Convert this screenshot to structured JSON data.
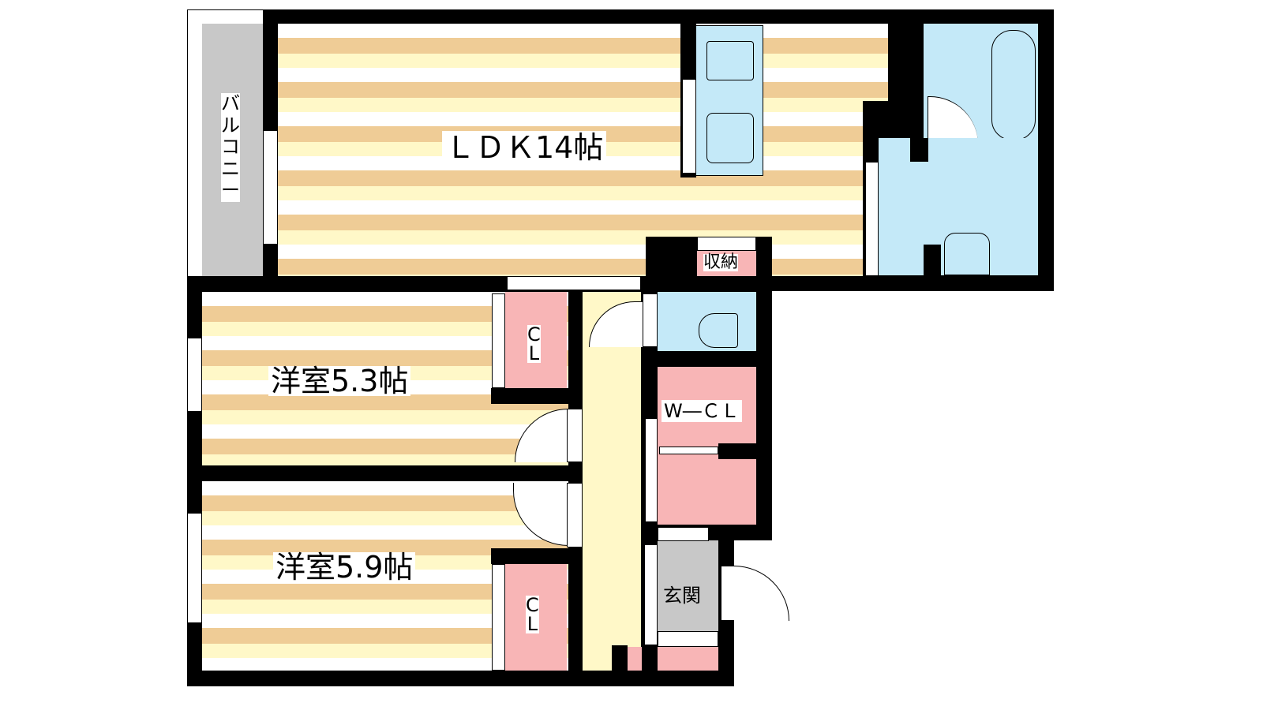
{
  "rooms": {
    "ldk": "ＬＤＫ14帖",
    "bedroom1": "洋室5.3帖",
    "bedroom2": "洋室5.9帖",
    "closet1": [
      "C",
      "L"
    ],
    "closet2": [
      "C",
      "L"
    ],
    "wcl": "W―ＣＬ",
    "storage": "収納",
    "entrance": "玄関",
    "balcony": "バルコニー"
  },
  "colors": {
    "wall": "#000000",
    "floor_stripe": "#efcc96",
    "floor_light": "#fff8c8",
    "wet_area": "#c4e9f8",
    "storage": "#f8b5b6",
    "balcony": "#c8c8c8"
  }
}
